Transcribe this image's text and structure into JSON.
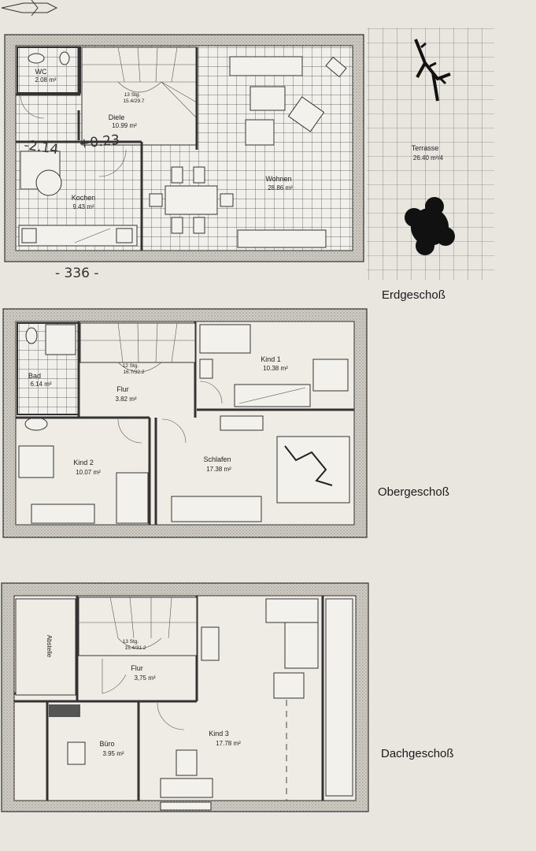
{
  "floors": [
    {
      "key": "eg",
      "name": "Erdgeschoß",
      "rooms": [
        {
          "key": "wc",
          "name": "WC",
          "area": "2.08 m²"
        },
        {
          "key": "diele",
          "name": "Diele",
          "area": "10.99 m²"
        },
        {
          "key": "kochen",
          "name": "Kochen",
          "area": "9.43 m²"
        },
        {
          "key": "wohnen",
          "name": "Wohnen",
          "area": "28.86 m²"
        },
        {
          "key": "terrasse",
          "name": "Terrasse",
          "area": "26.40 m²/4"
        }
      ],
      "stair": {
        "line1": "13 Stg.",
        "line2": "15.4/29.7"
      }
    },
    {
      "key": "og",
      "name": "Obergeschoß",
      "rooms": [
        {
          "key": "bad",
          "name": "Bad",
          "area": "6.14 m²"
        },
        {
          "key": "flur",
          "name": "Flur",
          "area": "3.82 m²"
        },
        {
          "key": "kind1",
          "name": "Kind 1",
          "area": "10.38 m²"
        },
        {
          "key": "kind2",
          "name": "Kind 2",
          "area": "10.07 m²"
        },
        {
          "key": "schlafen",
          "name": "Schlafen",
          "area": "17.38 m²"
        }
      ],
      "stair": {
        "line1": "12 Stg.",
        "line2": "16.7/32.2"
      }
    },
    {
      "key": "dg",
      "name": "Dachgeschoß",
      "rooms": [
        {
          "key": "abstelle",
          "name": "Abstelle",
          "area": ""
        },
        {
          "key": "flur",
          "name": "Flur",
          "area": "3,75 m²"
        },
        {
          "key": "buero",
          "name": "Büro",
          "area": "3.95 m²"
        },
        {
          "key": "kind3",
          "name": "Kind 3",
          "area": "17.78 m²"
        }
      ],
      "stair": {
        "line1": "13 Stg.",
        "line2": "15.4/31.2"
      }
    }
  ],
  "handwriting": {
    "note": "- 336 -",
    "marks": [
      "+0.23",
      "-2.14"
    ]
  },
  "colors": {
    "paper": "#e9e6df",
    "wall_fill": "#c9c5bc",
    "line": "#333333"
  }
}
